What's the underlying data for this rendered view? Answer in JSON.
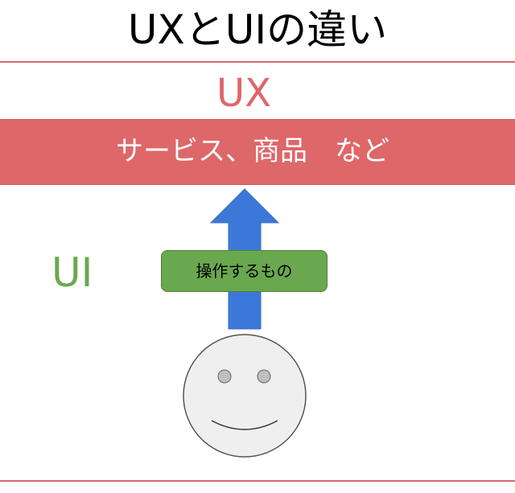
{
  "title": "UXとUIの違い",
  "ux_label": "UX",
  "ux_band_text": "サービス、商品　など",
  "ui_label": "UI",
  "operate_label": "操作するもの",
  "colors": {
    "rule_line": "#d9666d",
    "ux_label": "#e0666a",
    "ux_band": "#de6769",
    "ui_label": "#6aa84f",
    "operate_box": "#6aa84f",
    "arrow": "#3c78d8",
    "face": "#efefef"
  },
  "icons": {
    "arrow": "up-arrow-icon",
    "user": "smiley-face-icon"
  }
}
